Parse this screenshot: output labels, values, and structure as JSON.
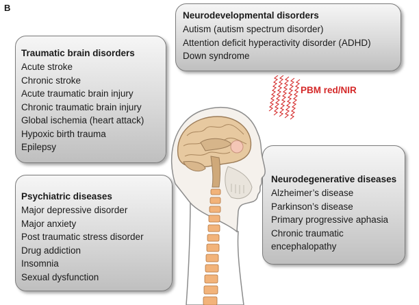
{
  "panel_letter": "B",
  "beam": {
    "label": "PBM red/NIR",
    "color": "#d42828"
  },
  "boxes": {
    "neurodevelopmental": {
      "title": "Neurodevelopmental disorders",
      "items": [
        "Autism (autism spectrum disorder)",
        "Attention deficit hyperactivity disorder (ADHD)",
        "Down syndrome"
      ]
    },
    "traumatic": {
      "title": "Traumatic brain disorders",
      "items": [
        "Acute stroke",
        "Chronic stroke",
        "Acute traumatic brain injury",
        "Chronic traumatic brain injury",
        "Global ischemia (heart attack)",
        "Hypoxic birth trauma",
        "Epilepsy"
      ]
    },
    "psychiatric": {
      "title": "Psychiatric diseases",
      "items": [
        "Major depressive disorder",
        "Major anxiety",
        "Post traumatic stress disorder",
        "Drug addiction",
        "Insomnia",
        "Sexual dysfunction"
      ]
    },
    "neurodegenerative": {
      "title": "Neurodegenerative diseases",
      "items": [
        "Alzheimer’s disease",
        "Parkinson’s disease",
        "Primary progressive aphasia",
        "Chronic traumatic encephalopathy"
      ]
    }
  },
  "colors": {
    "box_border": "#7a7a7a",
    "spine": "#f2b37a",
    "head_outline": "#8c8c8c"
  },
  "icons": [
    "light-waves-icon",
    "head-brain-anatomy-icon"
  ]
}
